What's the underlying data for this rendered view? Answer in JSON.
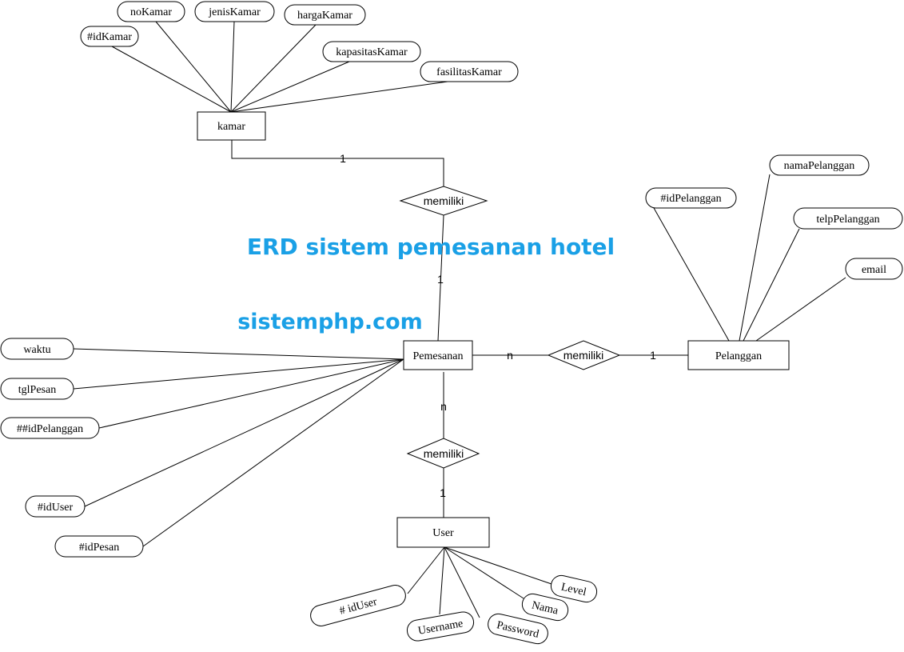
{
  "title": "ERD sistem pemesanan hotel",
  "website": "sistemphp.com",
  "colors": {
    "heading": "#1aa0e6",
    "line": "#000000",
    "fill": "#ffffff"
  },
  "entities": {
    "kamar": "kamar",
    "pemesanan": "Pemesanan",
    "pelanggan": "Pelanggan",
    "user": "User"
  },
  "relationships": {
    "kamar_pemesanan": "memiliki",
    "pemesanan_pelanggan": "memiliki",
    "pemesanan_user": "memiliki"
  },
  "cardinalities": {
    "kamar_side": "1",
    "pemesanan_kamar_side": "1",
    "pemesanan_pelanggan_side": "n",
    "pelanggan_side": "1",
    "pemesanan_user_side": "n",
    "user_side": "1"
  },
  "attributes": {
    "kamar": [
      "noKamar",
      "jenisKamar",
      "hargaKamar",
      "#idKamar",
      "kapasitasKamar",
      "fasilitasKamar"
    ],
    "pelanggan": [
      "namaPelanggan",
      "#idPelanggan",
      "telpPelanggan",
      "email"
    ],
    "pemesanan": [
      "waktu",
      "tglPesan",
      "##idPelanggan",
      "#idUser",
      "#idPesan"
    ],
    "user": [
      "Level",
      "Nama",
      "# idUser",
      "Username",
      "Password"
    ]
  }
}
